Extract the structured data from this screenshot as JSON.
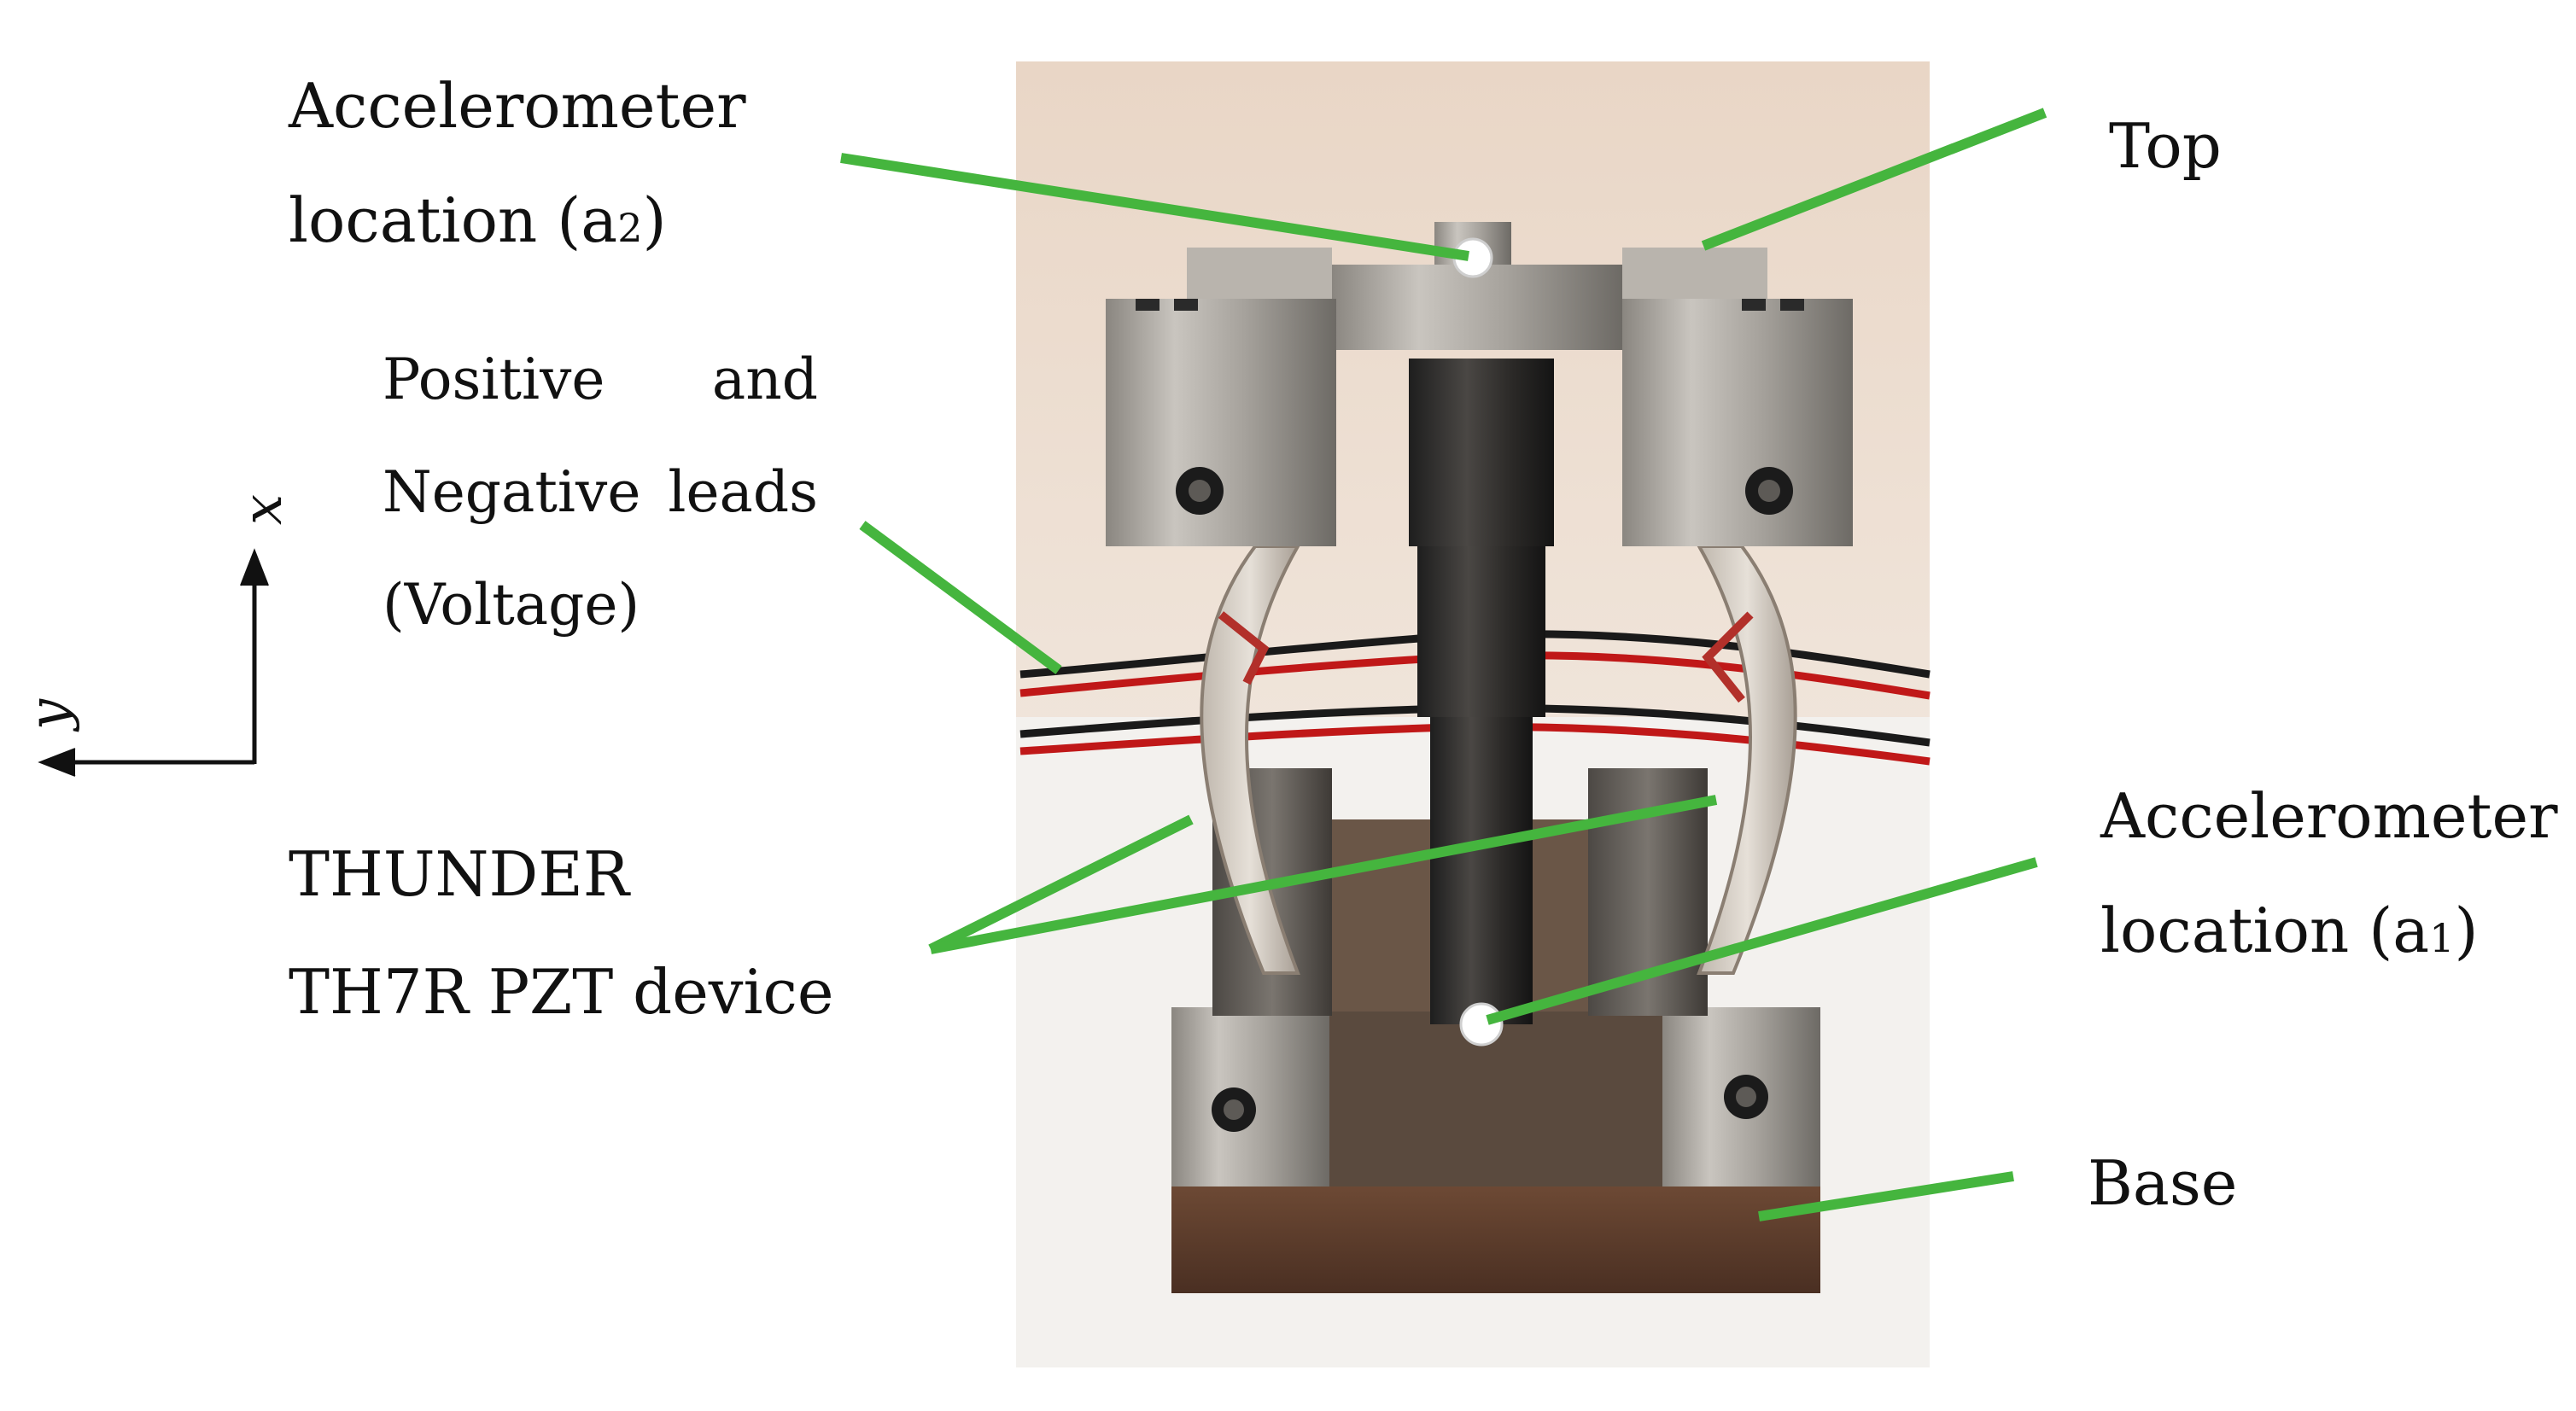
{
  "labels": {
    "acc_top": {
      "line1": "Accelerometer",
      "line2_prefix": "location (a",
      "line2_sub": "2",
      "line2_suffix": ")"
    },
    "top": "Top",
    "leads": {
      "w1": "Positive",
      "w2": "and",
      "w3": "Negative",
      "w4": "leads",
      "line3": "(Voltage)"
    },
    "thunder": {
      "line1": "THUNDER",
      "line2": "TH7R PZT device"
    },
    "acc_bottom": {
      "line1": "Accelerometer",
      "line2_prefix": "location (a",
      "line2_sub": "1",
      "line2_suffix": ")"
    },
    "base": "Base"
  },
  "axes": {
    "x": "x",
    "y": "y"
  },
  "colors": {
    "callout": "#45b53e",
    "axis": "#111111",
    "marker": "#ffffff"
  }
}
